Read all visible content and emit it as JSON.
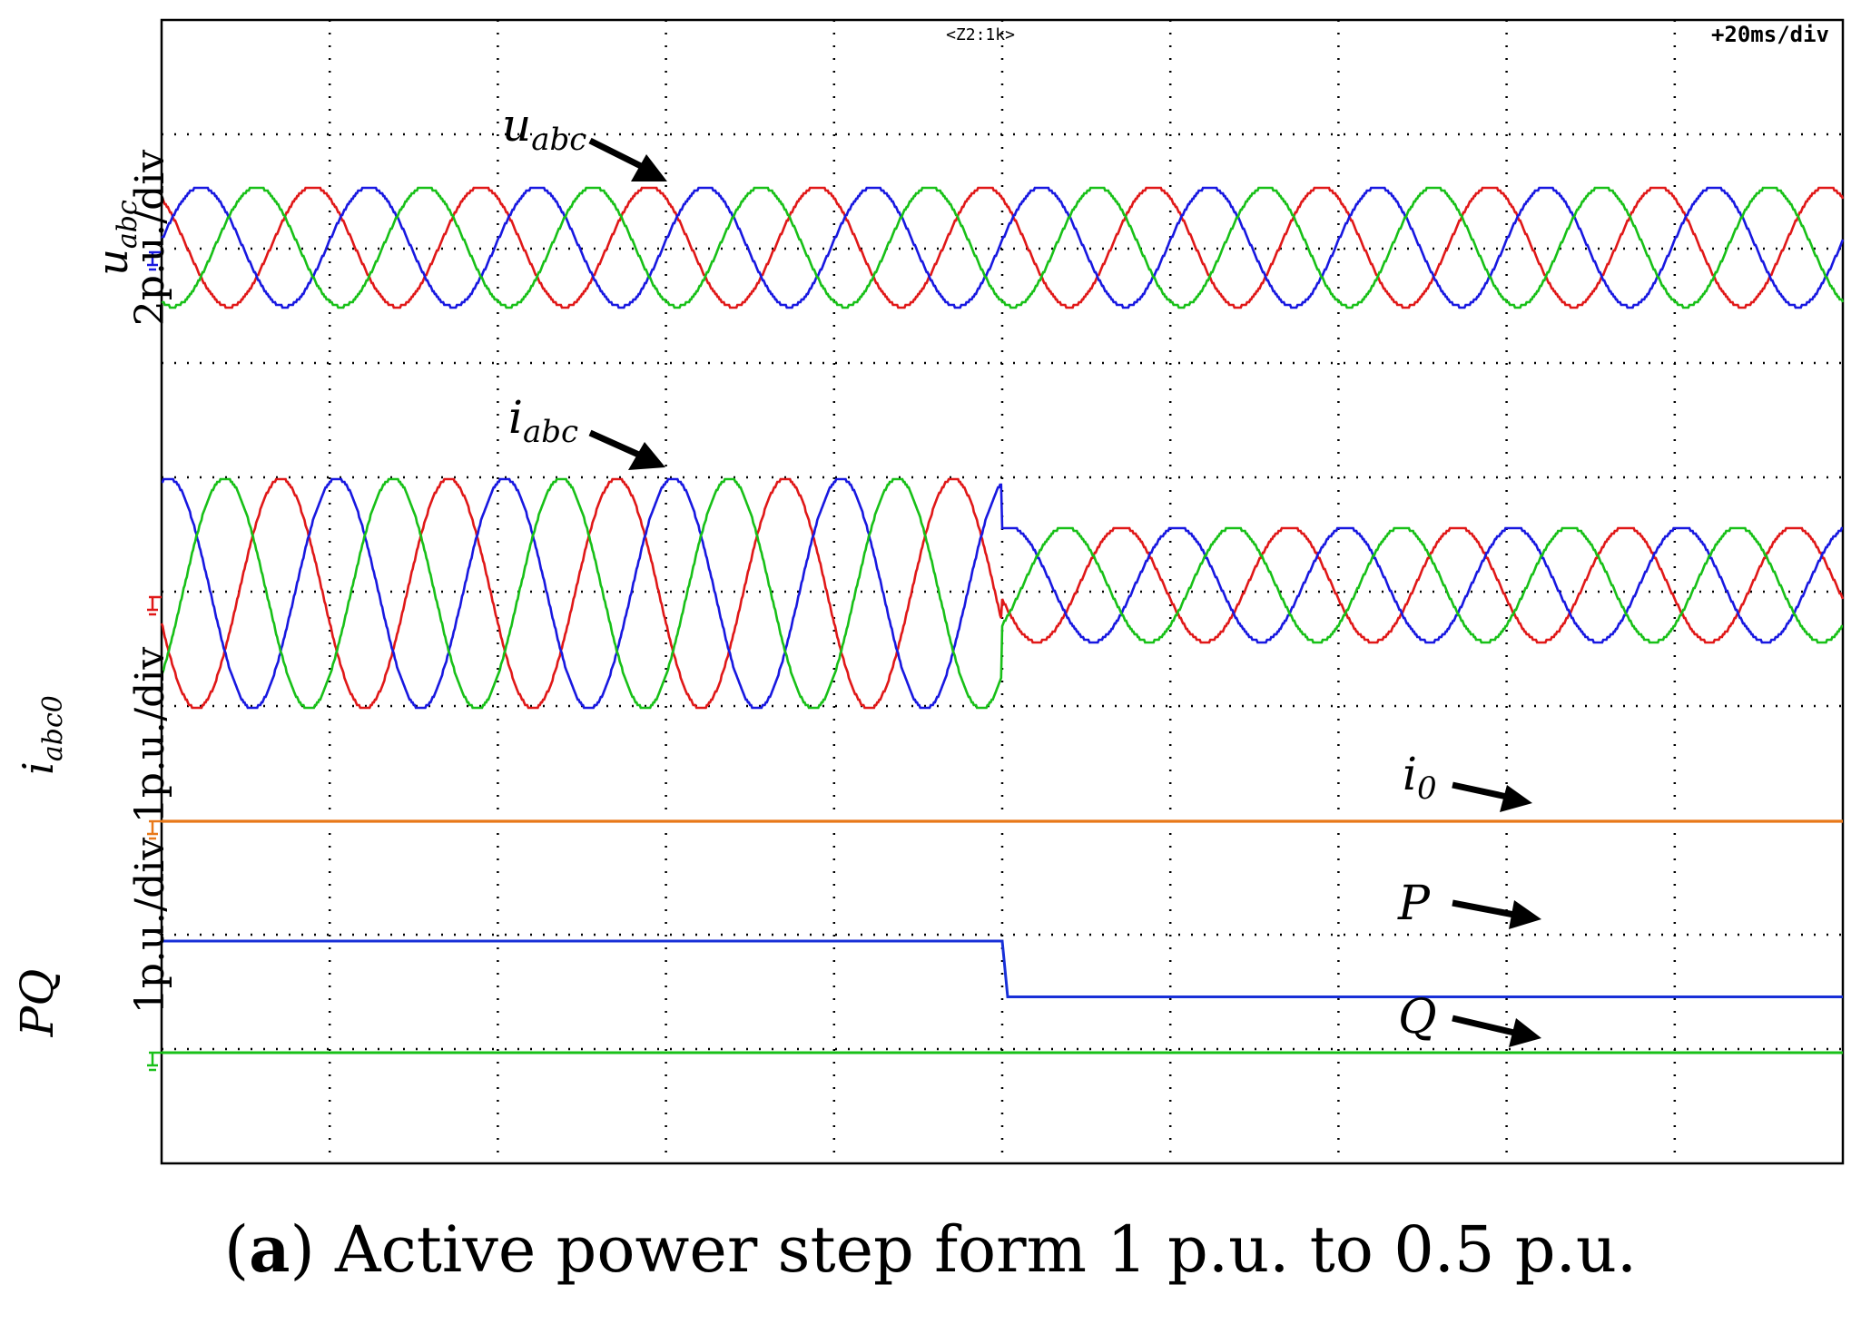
{
  "caption": {
    "letter": "a",
    "text": "Active power step form 1 p.u. to 0.5 p.u."
  },
  "colors": {
    "phase_a": "#e01818",
    "phase_b": "#1818e0",
    "phase_c": "#18c018",
    "zero_seq": "#e87818",
    "P": "#1830d8",
    "Q": "#18c018"
  },
  "chart_data": {
    "type": "line",
    "title": "",
    "grid": true,
    "header": {
      "zoom": "<Z2:1k>",
      "timebase": "+20ms/div"
    },
    "x": {
      "unit": "ms",
      "per_div": 20,
      "range": [
        0,
        200
      ],
      "step_time": 100
    },
    "channels": [
      {
        "id": "uabc",
        "ylabel_symbol": "u",
        "ylabel_subscript": "abc",
        "scale": "2p.u./div",
        "annotation": {
          "symbol": "u",
          "subscript": "abc"
        },
        "series": [
          {
            "phase": "a",
            "amplitude_pu": 1,
            "freq_hz": 50,
            "phase_deg": 0
          },
          {
            "phase": "b",
            "amplitude_pu": 1,
            "freq_hz": 50,
            "phase_deg": -120
          },
          {
            "phase": "c",
            "amplitude_pu": 1,
            "freq_hz": 50,
            "phase_deg": 120
          }
        ]
      },
      {
        "id": "iabc",
        "ylabel_symbol": "i",
        "ylabel_subscript": "abc0",
        "scale": "1p.u./div",
        "annotation": {
          "symbol": "i",
          "subscript": "abc"
        },
        "amplitude_before_pu": 1.0,
        "amplitude_after_pu": 0.5,
        "series": [
          {
            "phase": "a",
            "freq_hz": 50,
            "phase_deg": 0
          },
          {
            "phase": "b",
            "freq_hz": 50,
            "phase_deg": -120
          },
          {
            "phase": "c",
            "freq_hz": 50,
            "phase_deg": 120
          }
        ]
      },
      {
        "id": "i0",
        "annotation": {
          "symbol": "i",
          "subscript": "0"
        },
        "values": {
          "before": 0,
          "after": 0
        }
      },
      {
        "id": "PQ",
        "ylabel_symbol": "PQ",
        "scale": "1p.u./div",
        "series": [
          {
            "name": "P",
            "before_pu": 1.0,
            "after_pu": 0.5
          },
          {
            "name": "Q",
            "before_pu": 0.0,
            "after_pu": 0.0
          }
        ]
      }
    ]
  }
}
